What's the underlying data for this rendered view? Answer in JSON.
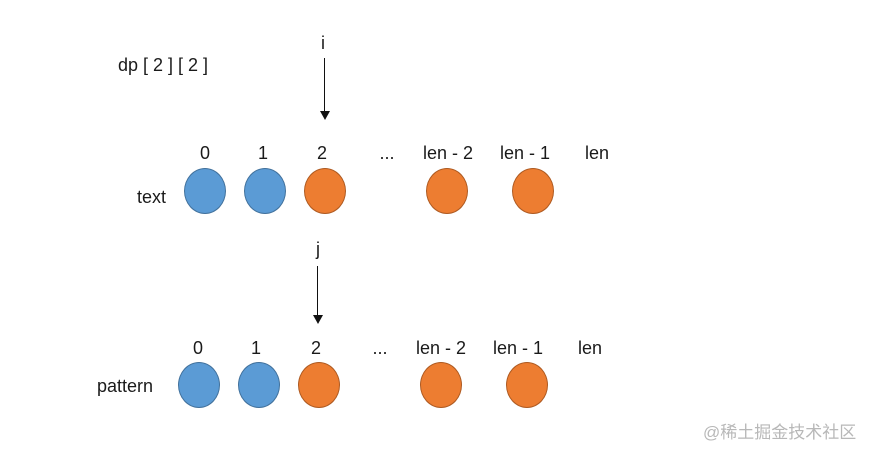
{
  "dp_label": "dp [ 2 ] [ 2 ]",
  "pointer_text": "i",
  "pointer_pattern": "j",
  "rows": {
    "text": {
      "label": "text",
      "indices": [
        "0",
        "1",
        "2",
        "...",
        "len - 2",
        "len - 1",
        "len"
      ]
    },
    "pattern": {
      "label": "pattern",
      "indices": [
        "0",
        "1",
        "2",
        "...",
        "len - 2",
        "len - 1",
        "len"
      ]
    }
  },
  "colors": {
    "blue": "#5b9bd5",
    "blue_border": "#41719c",
    "orange": "#ed7d31",
    "orange_border": "#ae5a21"
  },
  "circle_colors": [
    "blue",
    "blue",
    "orange",
    "orange",
    "orange"
  ],
  "watermark": "@稀土掘金技术社区"
}
